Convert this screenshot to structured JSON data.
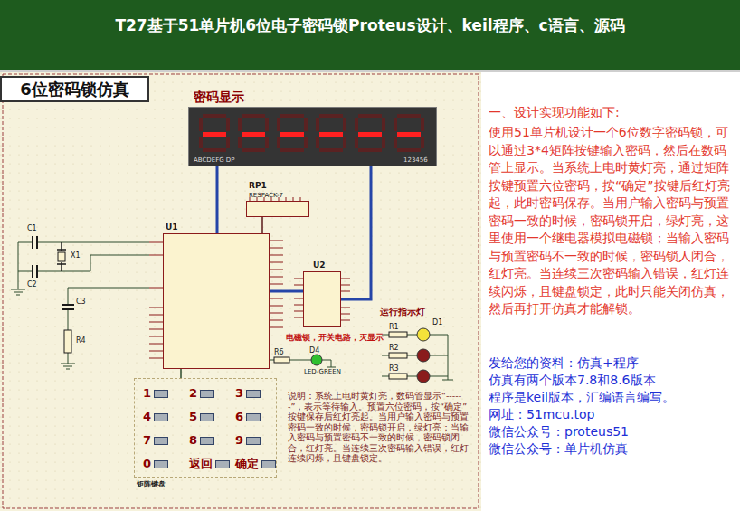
{
  "diagram": {
    "title": "T27基于51单片机6位电子密码锁Proteus设计、keil程序、c语言、源码",
    "nodes": [
      {
        "text": [
          "6位密码锁仿真"
        ]
      },
      {
        "text": [
          "密码显示"
        ]
      },
      {
        "text": [
          "RP1",
          "RESPACK-7"
        ]
      },
      {
        "text": [
          "U1"
        ]
      },
      {
        "text": [
          "U2"
        ]
      },
      {
        "text": [
          "矩阵键盘"
        ]
      },
      {
        "text": [
          "1"
        ],
        "in": 5
      },
      {
        "text": [
          "2"
        ],
        "in": 5
      },
      {
        "text": [
          "3"
        ],
        "in": 5
      },
      {
        "text": [
          "4"
        ],
        "in": 5
      },
      {
        "text": [
          "5"
        ],
        "in": 5
      },
      {
        "text": [
          "6"
        ],
        "in": 5
      },
      {
        "text": [
          "7"
        ],
        "in": 5
      },
      {
        "text": [
          "8"
        ],
        "in": 5
      },
      {
        "text": [
          "9"
        ],
        "in": 5
      },
      {
        "text": [
          "0"
        ],
        "in": 5
      },
      {
        "text": [
          "返回"
        ],
        "in": 5
      },
      {
        "text": [
          "确定"
        ],
        "in": 5
      }
    ],
    "edges": [
      {
        "from": 1,
        "to": 3,
        "arrow": "none"
      },
      {
        "from": 4,
        "to": 1,
        "arrow": "none"
      },
      {
        "from": 2,
        "to": 3,
        "arrow": "none"
      },
      {
        "from": 3,
        "to": 4,
        "arrow": "none"
      },
      {
        "from": 5,
        "to": 3,
        "arrow": "none"
      }
    ],
    "labels": [
      "ABCDEFG DP",
      "123456",
      "C1",
      "C2",
      "X1",
      "C3",
      "R4",
      "运行指示灯",
      "D1",
      "R1",
      "R2",
      "R3",
      "R6",
      "D4",
      "LED-GREEN",
      "电磁锁，开关电路，灭显示",
      "说明：系统上电时黄灯亮，数码管显示“------”，表示等待输入。预置六位密码，按“确定”按键保存后红灯亮起。当用户输入密码与预置密码一致的时候，密码锁开启，绿灯亮；当输入密码与预置密码不一致的时候，密码锁闭合，红灯亮。当连续三次密码输入错误，红灯连续闪烁，且键盘锁定。",
      "一、设计实现功能如下:",
      "使用51单片机设计一个6位数字密码锁，可以通过3*4矩阵按键输入密码，然后在数码管上显示。当系统上电时黄灯亮，通过矩阵按键预置六位密码，按“确定”按键后红灯亮起，此时密码保存。当用户输入密码与预置密码一致的时候，密码锁开启，绿灯亮，这里使用一个继电器模拟电磁锁；当输入密码与预置密码不一致的时候，密码锁人闭合，红灯亮。当连续三次密码输入错误，红灯连续闪烁，且键盘锁定，此时只能关闭仿真，然后再打开仿真才能解锁。",
      "发给您的资料：仿真+程序",
      "仿真有两个版本7.8和8.6版本",
      "程序是keil版本，汇编语言编写。",
      "网址：51mcu.top",
      "微信公众号：proteus51",
      "微信公众号：单片机仿真"
    ]
  }
}
